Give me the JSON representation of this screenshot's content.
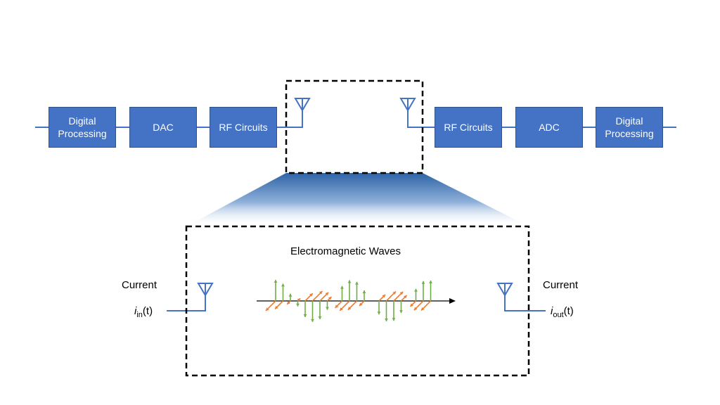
{
  "colors": {
    "block": "#4472c4",
    "line": "#4472c4",
    "green_arrow": "#70ad47",
    "orange_arrow": "#ed7d31",
    "axis": "#000000"
  },
  "chain": {
    "tx": [
      "Digital Processing",
      "DAC",
      "RF Circuits"
    ],
    "rx": [
      "RF Circuits",
      "ADC",
      "Digital Processing"
    ],
    "tx_blocks": {
      "digital": "Digital Processing",
      "dac": "DAC",
      "rf": "RF Circuits"
    },
    "rx_blocks": {
      "rf": "RF Circuits",
      "adc": "ADC",
      "digital": "Digital Processing"
    }
  },
  "zoom": {
    "title": "Electromagnetic Waves",
    "left": {
      "label": "Current",
      "symbol": "i",
      "subscript": "in",
      "arg": "(t)"
    },
    "right": {
      "label": "Current",
      "symbol": "i",
      "subscript": "out",
      "arg": "(t)"
    }
  },
  "icons": [
    "antenna-icon",
    "arrow-right-icon"
  ]
}
